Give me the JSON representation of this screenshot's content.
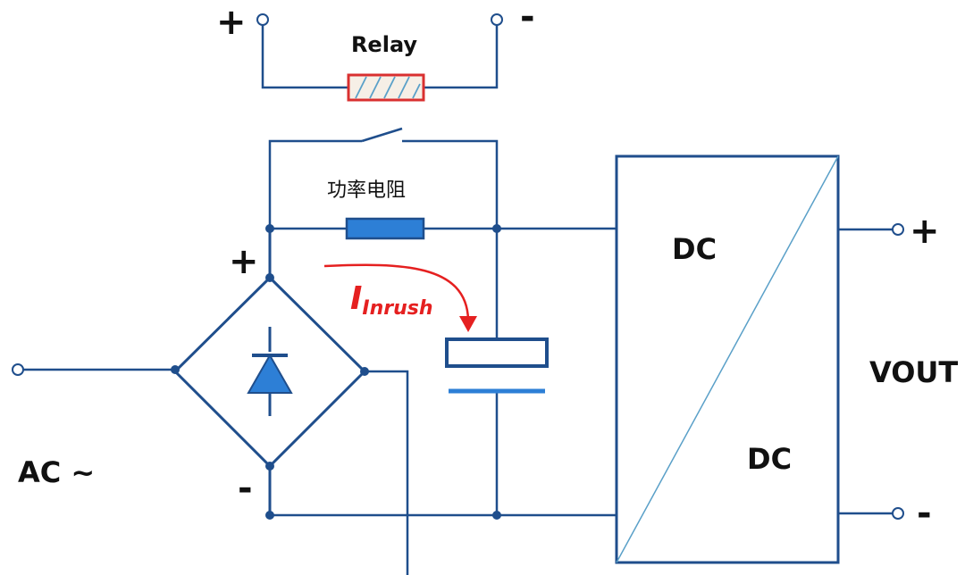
{
  "relay": {
    "label": "Relay",
    "coil_plus": "+",
    "coil_minus": "-"
  },
  "resistor": {
    "label": "功率电阻"
  },
  "inrush": {
    "symbol": "I",
    "subscript": "Inrush",
    "color": "#e52020"
  },
  "bridge": {
    "plus": "+",
    "minus": "-"
  },
  "input": {
    "label": "AC ~"
  },
  "converter": {
    "in_label": "DC",
    "out_label": "DC"
  },
  "output": {
    "label": "VOUT",
    "plus": "+",
    "minus": "-"
  },
  "colors": {
    "wire": "#1f4e8c",
    "component_fill": "#2d7fd6",
    "relay_border": "#d93030",
    "text": "#111111"
  }
}
